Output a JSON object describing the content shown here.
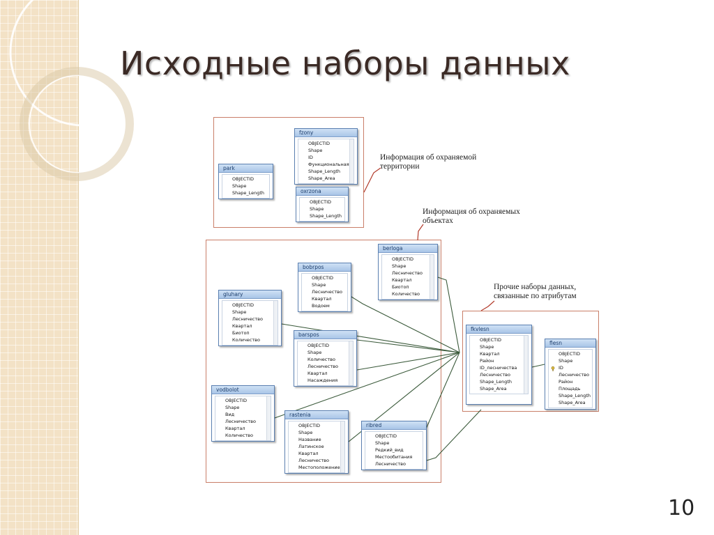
{
  "slide": {
    "title": "Исходные наборы данных",
    "page_number": "10"
  },
  "groups": {
    "protected_area": {
      "annotation_lines": [
        "Информация об охраняемой",
        "территории"
      ]
    },
    "protected_objects": {
      "annotation_lines": [
        "Информация об охраняемых",
        "объектах"
      ]
    },
    "other": {
      "annotation_lines": [
        "Прочие наборы данных,",
        "связанные по атрибутам"
      ]
    }
  },
  "tables": [
    {
      "name": "fzony",
      "fields": [
        "OBJECTID",
        "Shape",
        "ID",
        "Функциональная",
        "Shape_Length",
        "Shape_Area"
      ]
    },
    {
      "name": "park",
      "fields": [
        "OBJECTID",
        "Shape",
        "Shape_Length"
      ]
    },
    {
      "name": "oxrzona",
      "fields": [
        "OBJECTID",
        "Shape",
        "Shape_Length"
      ]
    },
    {
      "name": "berloga",
      "fields": [
        "OBJECTID",
        "Shape",
        "Лесничество",
        "Квартал",
        "Биотоп",
        "Количество"
      ]
    },
    {
      "name": "bobrpos",
      "fields": [
        "OBJECTID",
        "Shape",
        "Лесничество",
        "Квартал",
        "Водоем"
      ]
    },
    {
      "name": "gluhary",
      "fields": [
        "OBJECTID",
        "Shape",
        "Лесничество",
        "Квартал",
        "Биотоп",
        "Количество"
      ]
    },
    {
      "name": "barspos",
      "fields": [
        "OBJECTID",
        "Shape",
        "Количество",
        "Лесничество",
        "Квартал",
        "Насаждения"
      ]
    },
    {
      "name": "vodbolot",
      "fields": [
        "OBJECTID",
        "Shape",
        "Вид",
        "Лесничество",
        "Квартал",
        "Количество"
      ]
    },
    {
      "name": "rastenia",
      "fields": [
        "OBJECTID",
        "Shape",
        "Название",
        "Латинское",
        "Квартал",
        "Лесничество",
        "Местоположение"
      ]
    },
    {
      "name": "ribred",
      "fields": [
        "OBJECTID",
        "Shape",
        "Редкий_вид",
        "Местообитания",
        "Лесничество"
      ]
    },
    {
      "name": "fkvlesn",
      "fields": [
        "OBJECTID",
        "Shape",
        "Квартал",
        "Район",
        "ID_лесничества",
        "Лесничество",
        "Shape_Length",
        "Shape_Area"
      ]
    },
    {
      "name": "flesn",
      "fields": [
        "OBJECTID",
        "Shape",
        "ID",
        "Лесничество",
        "Район",
        "Площадь",
        "Shape_Length",
        "Shape_Area"
      ],
      "key_field_index": 2
    }
  ],
  "colors": {
    "group_border": "#c97e68",
    "relationship_line": "#3b5a3b",
    "annotation_leader": "#b23a2a"
  }
}
